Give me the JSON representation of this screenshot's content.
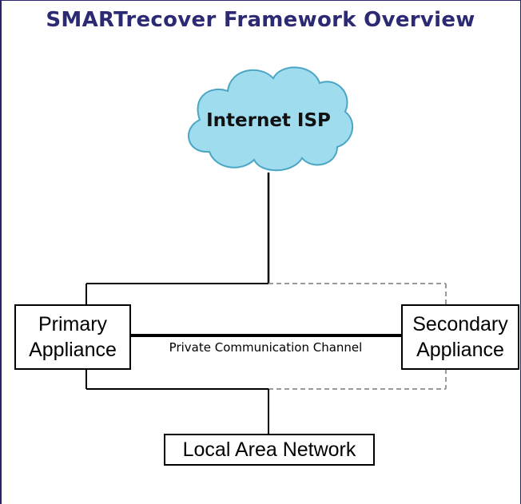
{
  "title": "SMARTrecover Framework Overview",
  "nodes": {
    "internet": {
      "label": "Internet ISP"
    },
    "primary": {
      "line1": "Primary",
      "line2": "Appliance"
    },
    "secondary": {
      "line1": "Secondary",
      "line2": "Appliance"
    },
    "lan": {
      "label": "Local Area Network"
    }
  },
  "edges": {
    "channel_label": "Private Communication Channel"
  },
  "colors": {
    "title": "#2c2a72",
    "cloud_fill": "#9fdcee",
    "cloud_stroke": "#4aa6c4",
    "dashed_line": "#9a9a9a"
  }
}
